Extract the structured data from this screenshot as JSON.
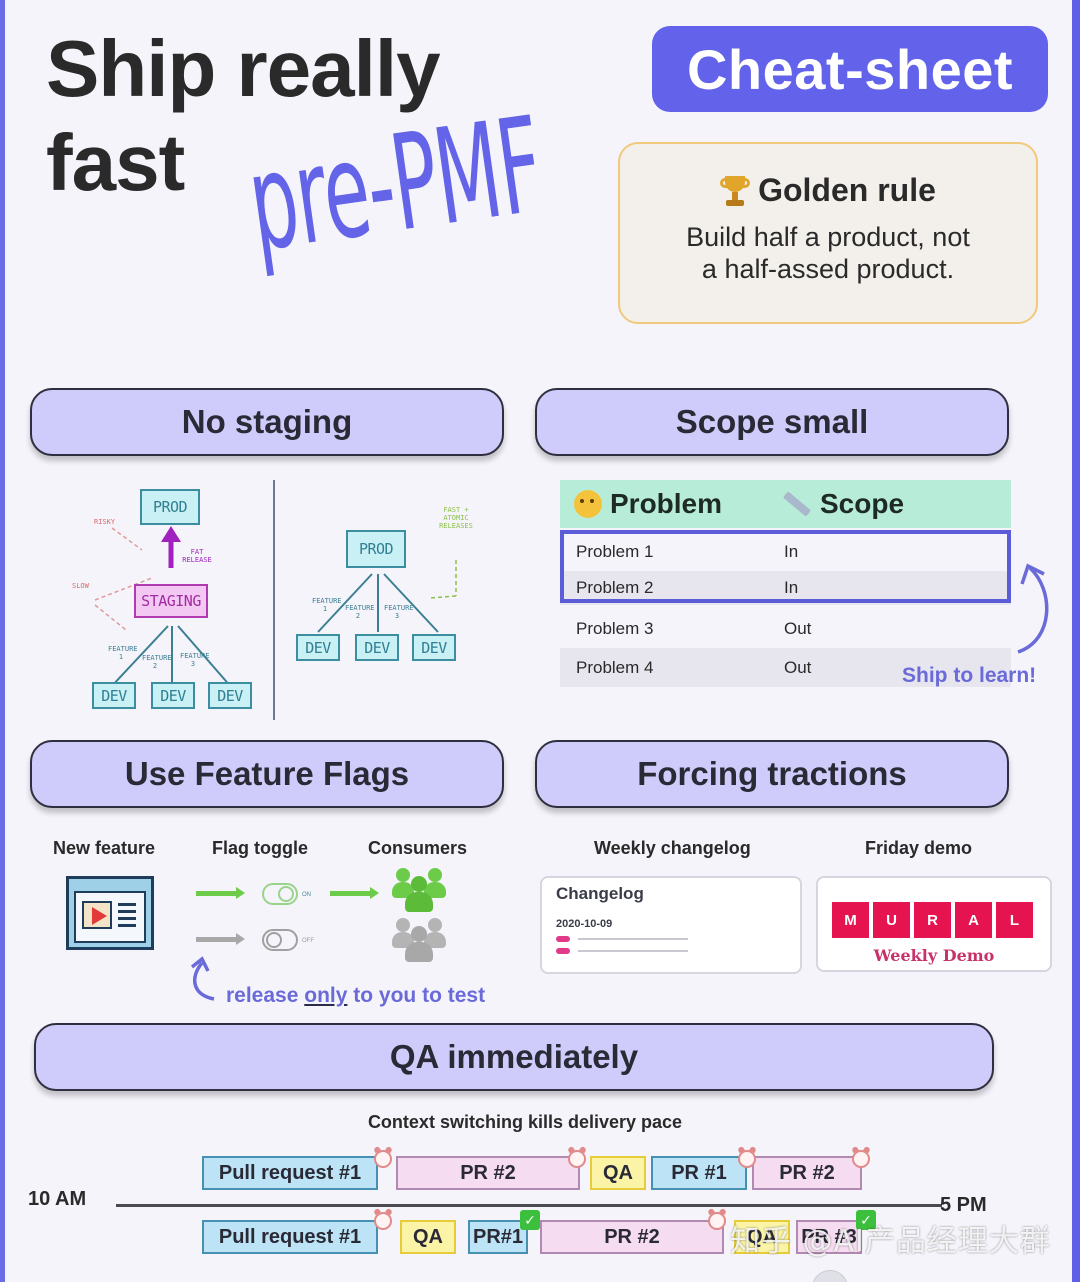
{
  "header": {
    "title_line1": "Ship really",
    "title_line2": "fast",
    "title_script": "pre-PMF",
    "badge": "Cheat-sheet"
  },
  "golden_rule": {
    "icon": "trophy-icon",
    "heading": "Golden rule",
    "line1": "Build half a product, not",
    "line2": "a half-assed product."
  },
  "colors": {
    "accent": "#6262ea",
    "section_bg": "#cfccfb",
    "golden_border": "#f1c97c",
    "table_header": "#b7ecd8",
    "highlight": "#5c5cd8",
    "mural": "#e5134f"
  },
  "sections": {
    "no_staging": "No staging",
    "scope_small": "Scope small",
    "feature_flags": "Use Feature Flags",
    "forcing_tractions": "Forcing tractions",
    "qa_immediately": "QA immediately"
  },
  "staging_diagram": {
    "left": {
      "prod": "PROD",
      "staging": "STAGING",
      "devs": [
        "DEV",
        "DEV",
        "DEV"
      ],
      "notes": [
        "RISKY",
        "SLOW",
        "FAT RELEASE",
        "FEATURE 1",
        "FEATURE 2",
        "FEATURE 3"
      ]
    },
    "right": {
      "prod": "PROD",
      "devs": [
        "DEV",
        "DEV",
        "DEV"
      ],
      "notes": [
        "FAST + ATOMIC RELEASES",
        "FEATURE 1",
        "FEATURE 2",
        "FEATURE 3"
      ]
    }
  },
  "scope_table": {
    "headers": [
      "Problem",
      "Scope"
    ],
    "header_icons": [
      "thinking-face-icon",
      "ruler-icon"
    ],
    "rows": [
      {
        "problem": "Problem 1",
        "scope": "In"
      },
      {
        "problem": "Problem 2",
        "scope": "In"
      },
      {
        "problem": "Problem 3",
        "scope": "Out"
      },
      {
        "problem": "Problem 4",
        "scope": "Out"
      }
    ],
    "annotation": "Ship to learn!"
  },
  "feature_flags": {
    "labels": [
      "New feature",
      "Flag toggle",
      "Consumers"
    ],
    "toggle_on": "ON",
    "toggle_off": "OFF",
    "note_pre": "release ",
    "note_emph": "only",
    "note_post": " to you to test"
  },
  "forcing": {
    "changelog_label": "Weekly changelog",
    "changelog_title": "Changelog",
    "changelog_date": "2020-10-09",
    "demo_label": "Friday demo",
    "mural_letters": [
      "M",
      "U",
      "R",
      "A",
      "L"
    ],
    "mural_sub": "Weekly Demo"
  },
  "qa": {
    "caption": "Context switching kills delivery pace",
    "start": "10 AM",
    "end": "5 PM",
    "top_row": [
      "Pull request #1",
      "PR #2",
      "QA",
      "PR #1",
      "PR #2"
    ],
    "bottom_row": [
      "Pull request #1",
      "QA",
      "PR#1",
      "PR #2",
      "QA",
      "PR #3"
    ]
  },
  "watermark": "知乎 @AI产品经理大群"
}
